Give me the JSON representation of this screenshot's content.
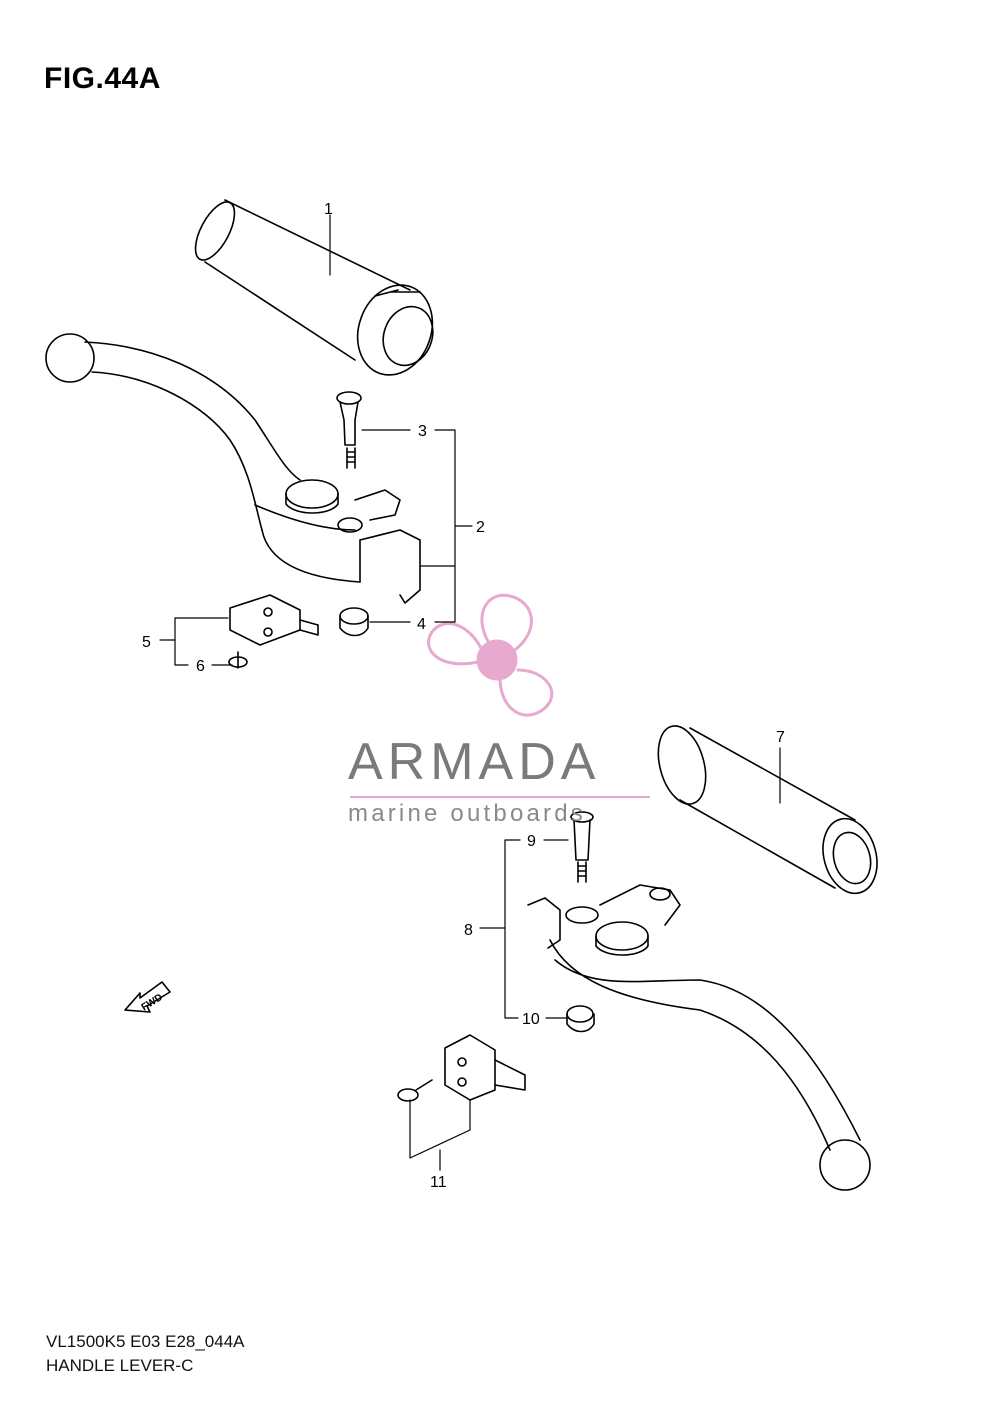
{
  "figure": {
    "title": "FIG.44A",
    "model_code": "VL1500K5 E03 E28_044A",
    "caption": "HANDLE LEVER-C"
  },
  "callouts": [
    "1",
    "2",
    "3",
    "4",
    "5",
    "6",
    "7",
    "8",
    "9",
    "10",
    "11"
  ],
  "fwd_label": "FWD",
  "watermark": {
    "name": "ARMADA",
    "tagline": "marine outboards",
    "accent_color": "#e7a9cd"
  },
  "colors": {
    "line": "#000000",
    "background": "#ffffff"
  }
}
